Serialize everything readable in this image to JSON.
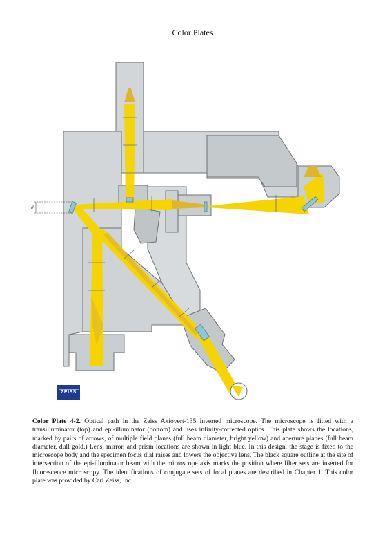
{
  "header": {
    "title": "Color Plates"
  },
  "figure": {
    "logo_text": "ZEISS",
    "side_label": "Δt",
    "colors": {
      "body": "#d2d6d9",
      "outline": "#6d7275",
      "beam_bright": "#f5d400",
      "beam_dull": "#e0b52a",
      "prism": "#8fc4dc"
    }
  },
  "caption": {
    "lead": "Color Plate 4-2.",
    "text": " Optical path in the Zeiss Axiovert-135 inverted microscope. The microscope is fitted with a transilluminator (top) and epi-illuminator (bottom) and uses infinity-corrected optics. This plate shows the locations, marked by pairs of arrows, of multiple field planes (full beam diameter, bright yellow) and aperture planes (full beam diameter, dull gold.) Lens, mirror, and prism locations are shown in light blue. In this design, the stage is fixed to the microscope body and the specimen focus dial raises and lowers the objective lens. The black square outline at the site of intersection of the epi-illuminator beam with the microscope axis marks the position where filter sets are inserted for fluorescence microscopy. The identifications of conjugate sets of focal planes are described in Chapter 1. This color plate was provided by Carl Zeiss, Inc."
  }
}
